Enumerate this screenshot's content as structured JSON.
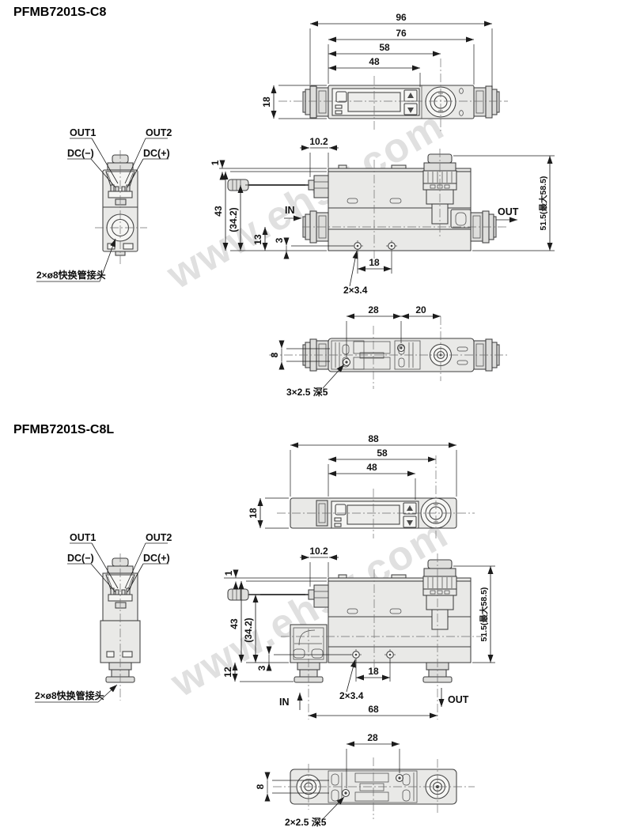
{
  "watermark": {
    "text": "www.ehsy.com"
  },
  "s1": {
    "title": "PFMB7201S-C8",
    "top": {
      "d_total": "96",
      "d_body": "76",
      "d_conn": "58",
      "d_disp": "48",
      "d_h": "18"
    },
    "front": {
      "out1": "OUT1",
      "out2": "OUT2",
      "dc_minus": "DC(−)",
      "dc_plus": "DC(+)",
      "fitting_note": "2×ø8快换管接头"
    },
    "side": {
      "d_plug": "10.2",
      "d_lid": "1",
      "d_h": "43",
      "d_axis": "(34.2)",
      "d_port": "13",
      "d_hole": "3",
      "in_label": "IN",
      "out_label": "OUT",
      "d_height": "51.5(最大58.5)",
      "d_pitch": "18",
      "hole_note": "2×3.4"
    },
    "bottom": {
      "d_p1": "28",
      "d_p2": "20",
      "d_h": "8",
      "thread_note": "3×2.5 深5"
    }
  },
  "s2": {
    "title": "PFMB7201S-C8L",
    "top": {
      "d_total": "88",
      "d_conn": "58",
      "d_disp": "48",
      "d_h": "18"
    },
    "front": {
      "out1": "OUT1",
      "out2": "OUT2",
      "dc_minus": "DC(−)",
      "dc_plus": "DC(+)",
      "fitting_note": "2×ø8快换管接头"
    },
    "side": {
      "d_plug": "10.2",
      "d_lid": "1",
      "d_h": "43",
      "d_axis": "(34.2)",
      "d_foot": "12",
      "d_hole": "3",
      "in_label": "IN",
      "out_label": "OUT",
      "d_height": "51.5(最大58.5)",
      "d_pitch": "18",
      "hole_note": "2×3.4",
      "d_ports": "68"
    },
    "bottom": {
      "d_p1": "28",
      "d_h": "8",
      "thread_note": "2×2.5 深5"
    }
  }
}
